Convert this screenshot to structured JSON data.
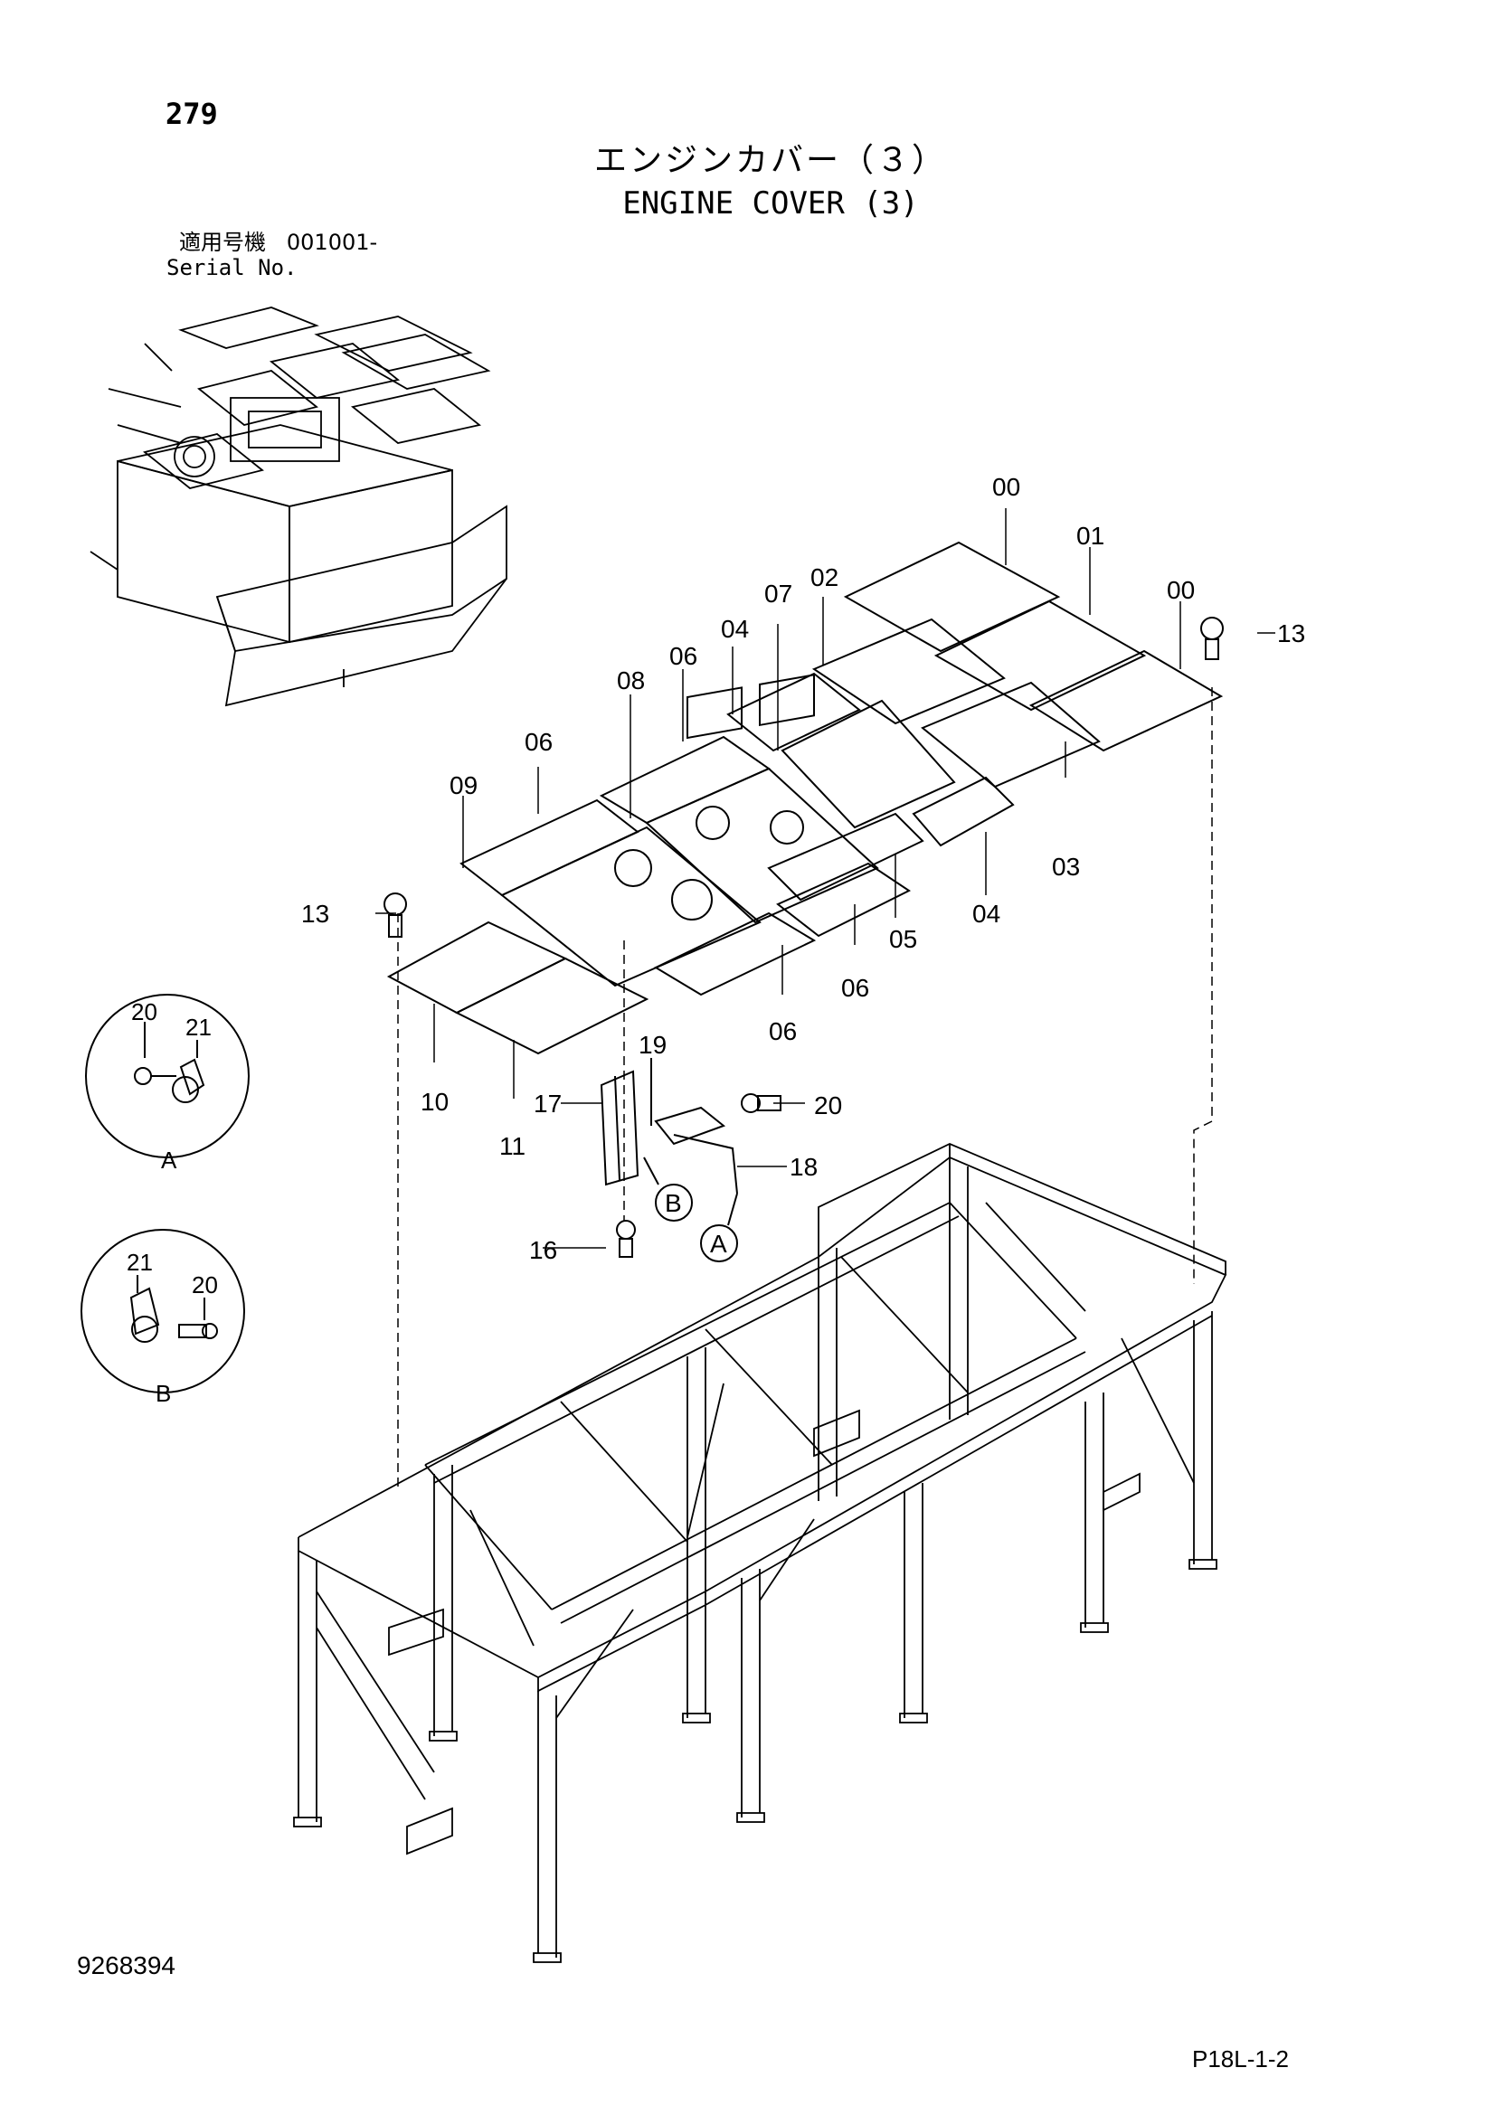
{
  "header": {
    "page_number": "279",
    "title_jp": "エンジンカバー（３）",
    "title_en": "ENGINE COVER (3)",
    "serial_label_jp": "適用号機",
    "serial_value": "001001-",
    "serial_label_en": "Serial No."
  },
  "callouts": {
    "c00a": "00",
    "c00b": "00",
    "c01": "01",
    "c02": "02",
    "c03": "03",
    "c04a": "04",
    "c04b": "04",
    "c05": "05",
    "c06a": "06",
    "c06b": "06",
    "c06c": "06",
    "c06d": "06",
    "c07": "07",
    "c08": "08",
    "c09": "09",
    "c10": "10",
    "c11": "11",
    "c13a": "13",
    "c13b": "13",
    "c16": "16",
    "c17": "17",
    "c18": "18",
    "c19": "19",
    "c20a": "20",
    "c20b": "20",
    "c20c": "20",
    "c21a": "21",
    "c21b": "21",
    "markA": "A",
    "markB": "B",
    "detailA": "A",
    "detailB": "B"
  },
  "footer": {
    "document_number": "9268394",
    "page_code": "P18L-1-2"
  }
}
